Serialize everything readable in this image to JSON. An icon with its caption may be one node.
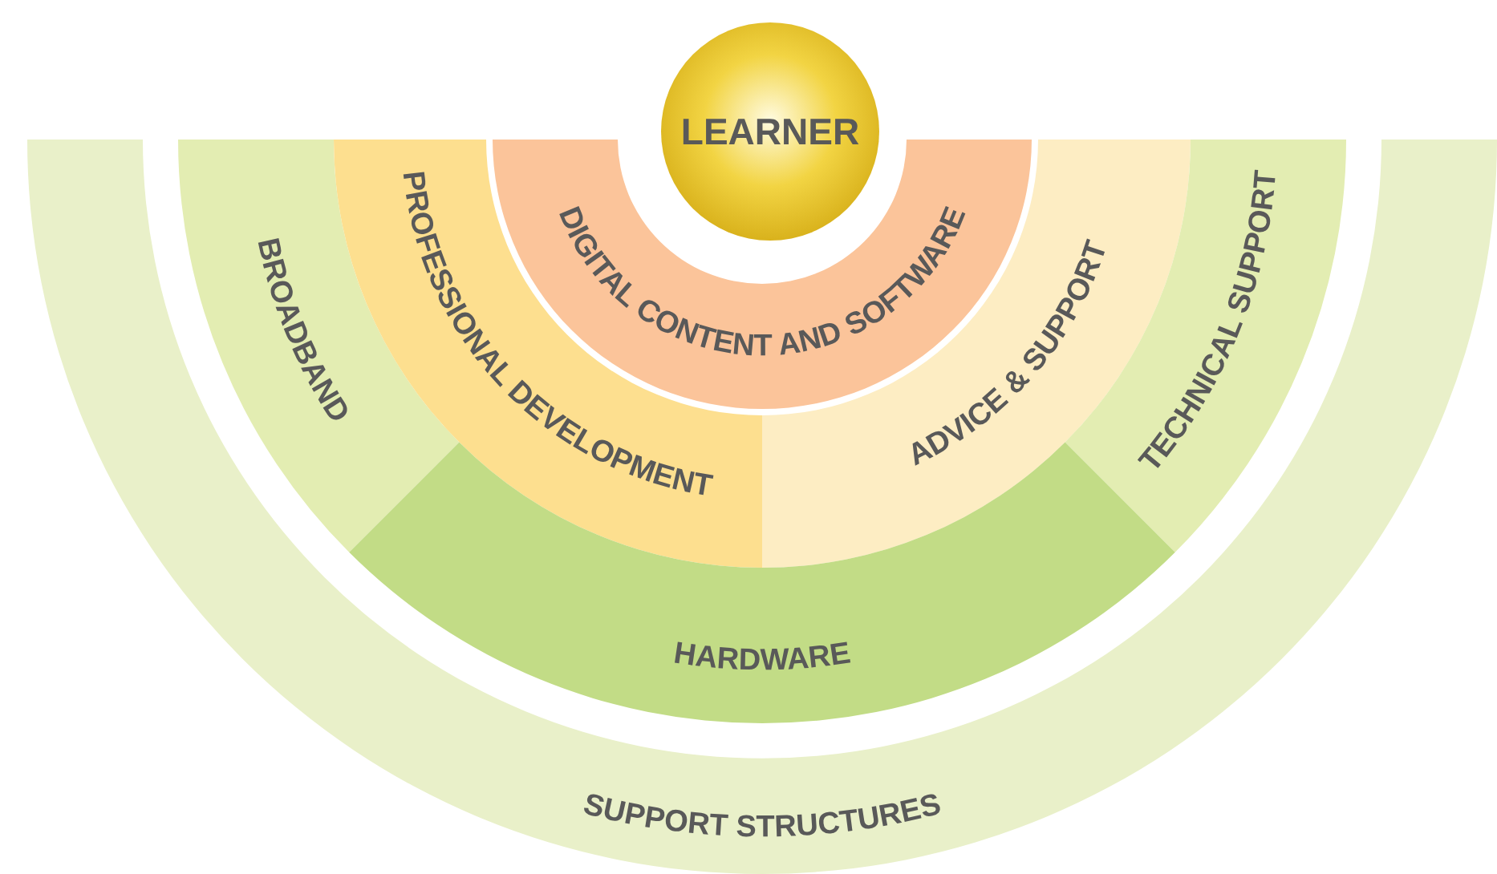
{
  "diagram": {
    "nodes": [
      {
        "text": [
          "LEARNER"
        ]
      },
      {
        "text": [
          "DIGITAL CONTENT AND SOFTWARE"
        ]
      },
      {
        "text": [
          "BROADBAND"
        ]
      },
      {
        "text": [
          "PROFESSIONAL DEVELOPMENT"
        ]
      },
      {
        "text": [
          "ADVICE & SUPPORT"
        ]
      },
      {
        "text": [
          "TECHNICAL SUPPORT"
        ]
      },
      {
        "text": [
          "HARDWARE"
        ]
      },
      {
        "text": [
          "SUPPORT STRUCTURES"
        ]
      }
    ]
  }
}
